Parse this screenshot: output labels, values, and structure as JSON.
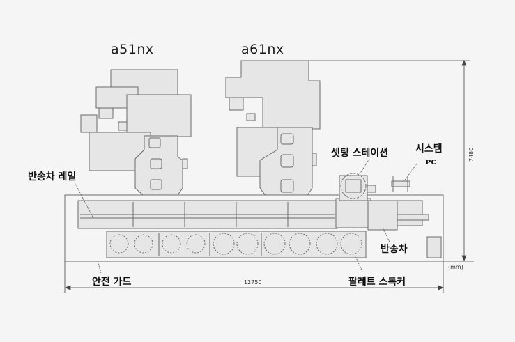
{
  "diagram": {
    "type": "machine-layout",
    "units": "(mm)",
    "machines": [
      {
        "name": "a51nx"
      },
      {
        "name": "a61nx"
      }
    ],
    "callouts": {
      "transfer_rail": "반송차 레일",
      "setting_station": "셋팅 스테이션",
      "system": "시스템",
      "pc": "PC",
      "transfer_cart": "반송차",
      "safety_guard": "안전 가드",
      "pallet_stocker": "팔레트 스톡커"
    },
    "dimensions": {
      "width": "12750",
      "height": "7480"
    },
    "pallet_count": 10,
    "colors": {
      "background": "#f5f5f5",
      "fill": "#e6e6e6",
      "stroke": "#6b6b6b",
      "text": "#111111"
    }
  }
}
